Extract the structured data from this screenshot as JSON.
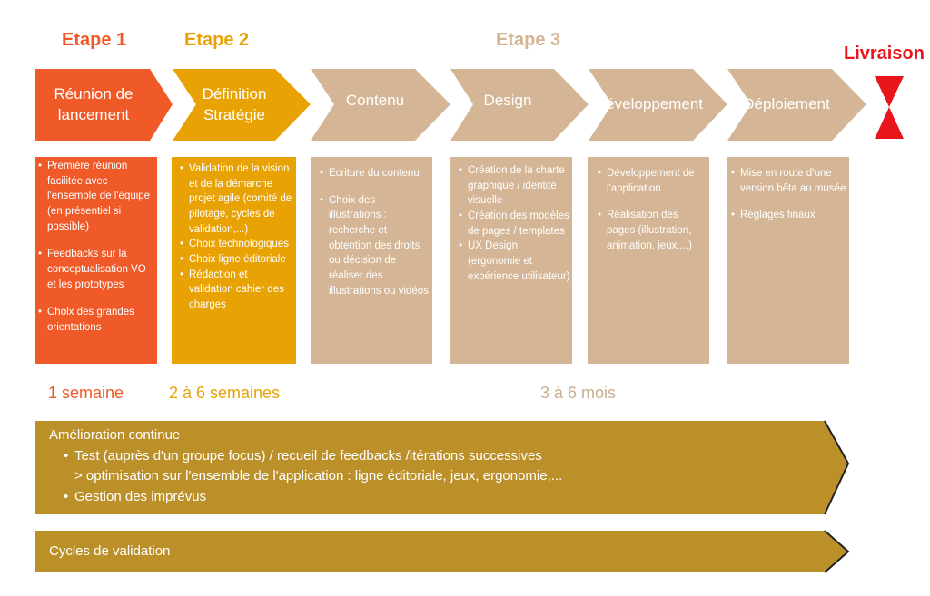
{
  "colors": {
    "stage1": "#EF5A28",
    "stage2": "#E8A204",
    "stage3": "#D4B595",
    "delivery": "#E8161B",
    "band": "#BC9029",
    "duration3": "#C9AE8F"
  },
  "stages": {
    "etape1": "Etape 1",
    "etape2": "Etape 2",
    "etape3": "Etape 3",
    "livraison": "Livraison"
  },
  "phases": [
    {
      "title_line1": "Réunion de",
      "title_line2": "lancement"
    },
    {
      "title_line1": "Définition",
      "title_line2": "Stratégie"
    },
    {
      "title_line1": "Contenu"
    },
    {
      "title_line1": "Design"
    },
    {
      "title_line1": "Développement"
    },
    {
      "title_line1": "Déploiement"
    }
  ],
  "details": [
    {
      "items": [
        "Première réunion facilitée avec l'ensemble de l'équipe (en présentiel si possible)",
        "Feedbacks sur la conceptualisation VO et les prototypes",
        "Choix des grandes orientations"
      ]
    },
    {
      "items": [
        "Validation de la vision et de la démarche projet agile (comité de pilotage, cycles de validation,...)",
        "Choix technologiques",
        "Choix ligne éditoriale",
        "Rédaction et validation cahier des charges"
      ]
    },
    {
      "items": [
        "Ecriture du contenu",
        "Choix des illustrations : recherche et obtention des droits ou décision de réaliser des illustrations ou vidéos"
      ]
    },
    {
      "items": [
        "Création de la charte graphique / identité visuelle",
        "Création des modèles de pages / templates",
        "UX Design (ergonomie et expérience utilisateur)"
      ]
    },
    {
      "items": [
        "Développement de l'application",
        "Réalisation des pages (illustration, animation, jeux,...)"
      ]
    },
    {
      "items": [
        "Mise en route d'une version bêta au musée",
        "Réglages finaux"
      ]
    }
  ],
  "durations": {
    "d1": "1 semaine",
    "d2": "2 à 6 semaines",
    "d3": "3 à 6 mois"
  },
  "improvement": {
    "title": "Amélioration continue",
    "line1": "Test (auprès d'un groupe focus) / recueil de feedbacks /itérations successives",
    "line2": ">  optimisation sur l'ensemble de l'application : ligne éditoriale, jeux, ergonomie,...",
    "line3": "Gestion des imprévus"
  },
  "validation": {
    "title": "Cycles de validation"
  }
}
